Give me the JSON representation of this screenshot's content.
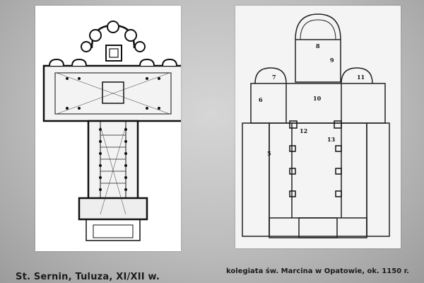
{
  "slide": {
    "left_caption": "St. Sernin, Tuluza, XI/XII w.",
    "right_caption": "kolegiata św. Marcina w Opatowie, ok. 1150 r."
  },
  "left_plan": {
    "image": "floor-plan-drawing"
  },
  "right_plan": {
    "image": "floor-plan-drawing",
    "room_numbers": [
      "5",
      "6",
      "7",
      "8",
      "9",
      "10",
      "11",
      "12",
      "13"
    ]
  },
  "colors": {
    "background": "#bdbdbd",
    "ink": "#1b1b1b",
    "paper": "#ffffff"
  }
}
